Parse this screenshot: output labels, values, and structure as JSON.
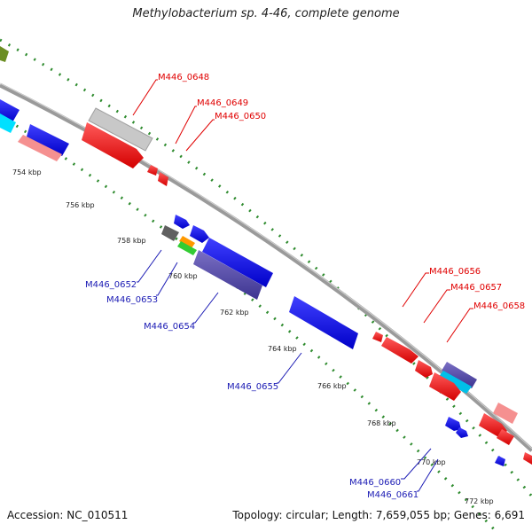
{
  "title": "Methylobacterium sp. 4-46, complete genome",
  "footer": {
    "accession": "Accession: NC_010511",
    "stats": "Topology: circular; Length: 7,659,055 bp; Genes: 6,691"
  },
  "colors": {
    "backbone": "#8a8a8a",
    "forward_label": "#e00000",
    "reverse_label": "#1a1ab4",
    "tick": "#2e8b2e"
  },
  "kbp_labels": [
    "754 kbp",
    "756 kbp",
    "758 kbp",
    "760 kbp",
    "762 kbp",
    "764 kbp",
    "766 kbp",
    "768 kbp",
    "770 kbp",
    "772 kbp"
  ],
  "gene_labels": {
    "forward": [
      "M446_0648",
      "M446_0649",
      "M446_0650",
      "M446_0656",
      "M446_0657",
      "M446_0658"
    ],
    "reverse": [
      "M446_0652",
      "M446_0653",
      "M446_0654",
      "M446_0655",
      "M446_0660",
      "M446_0661"
    ]
  }
}
